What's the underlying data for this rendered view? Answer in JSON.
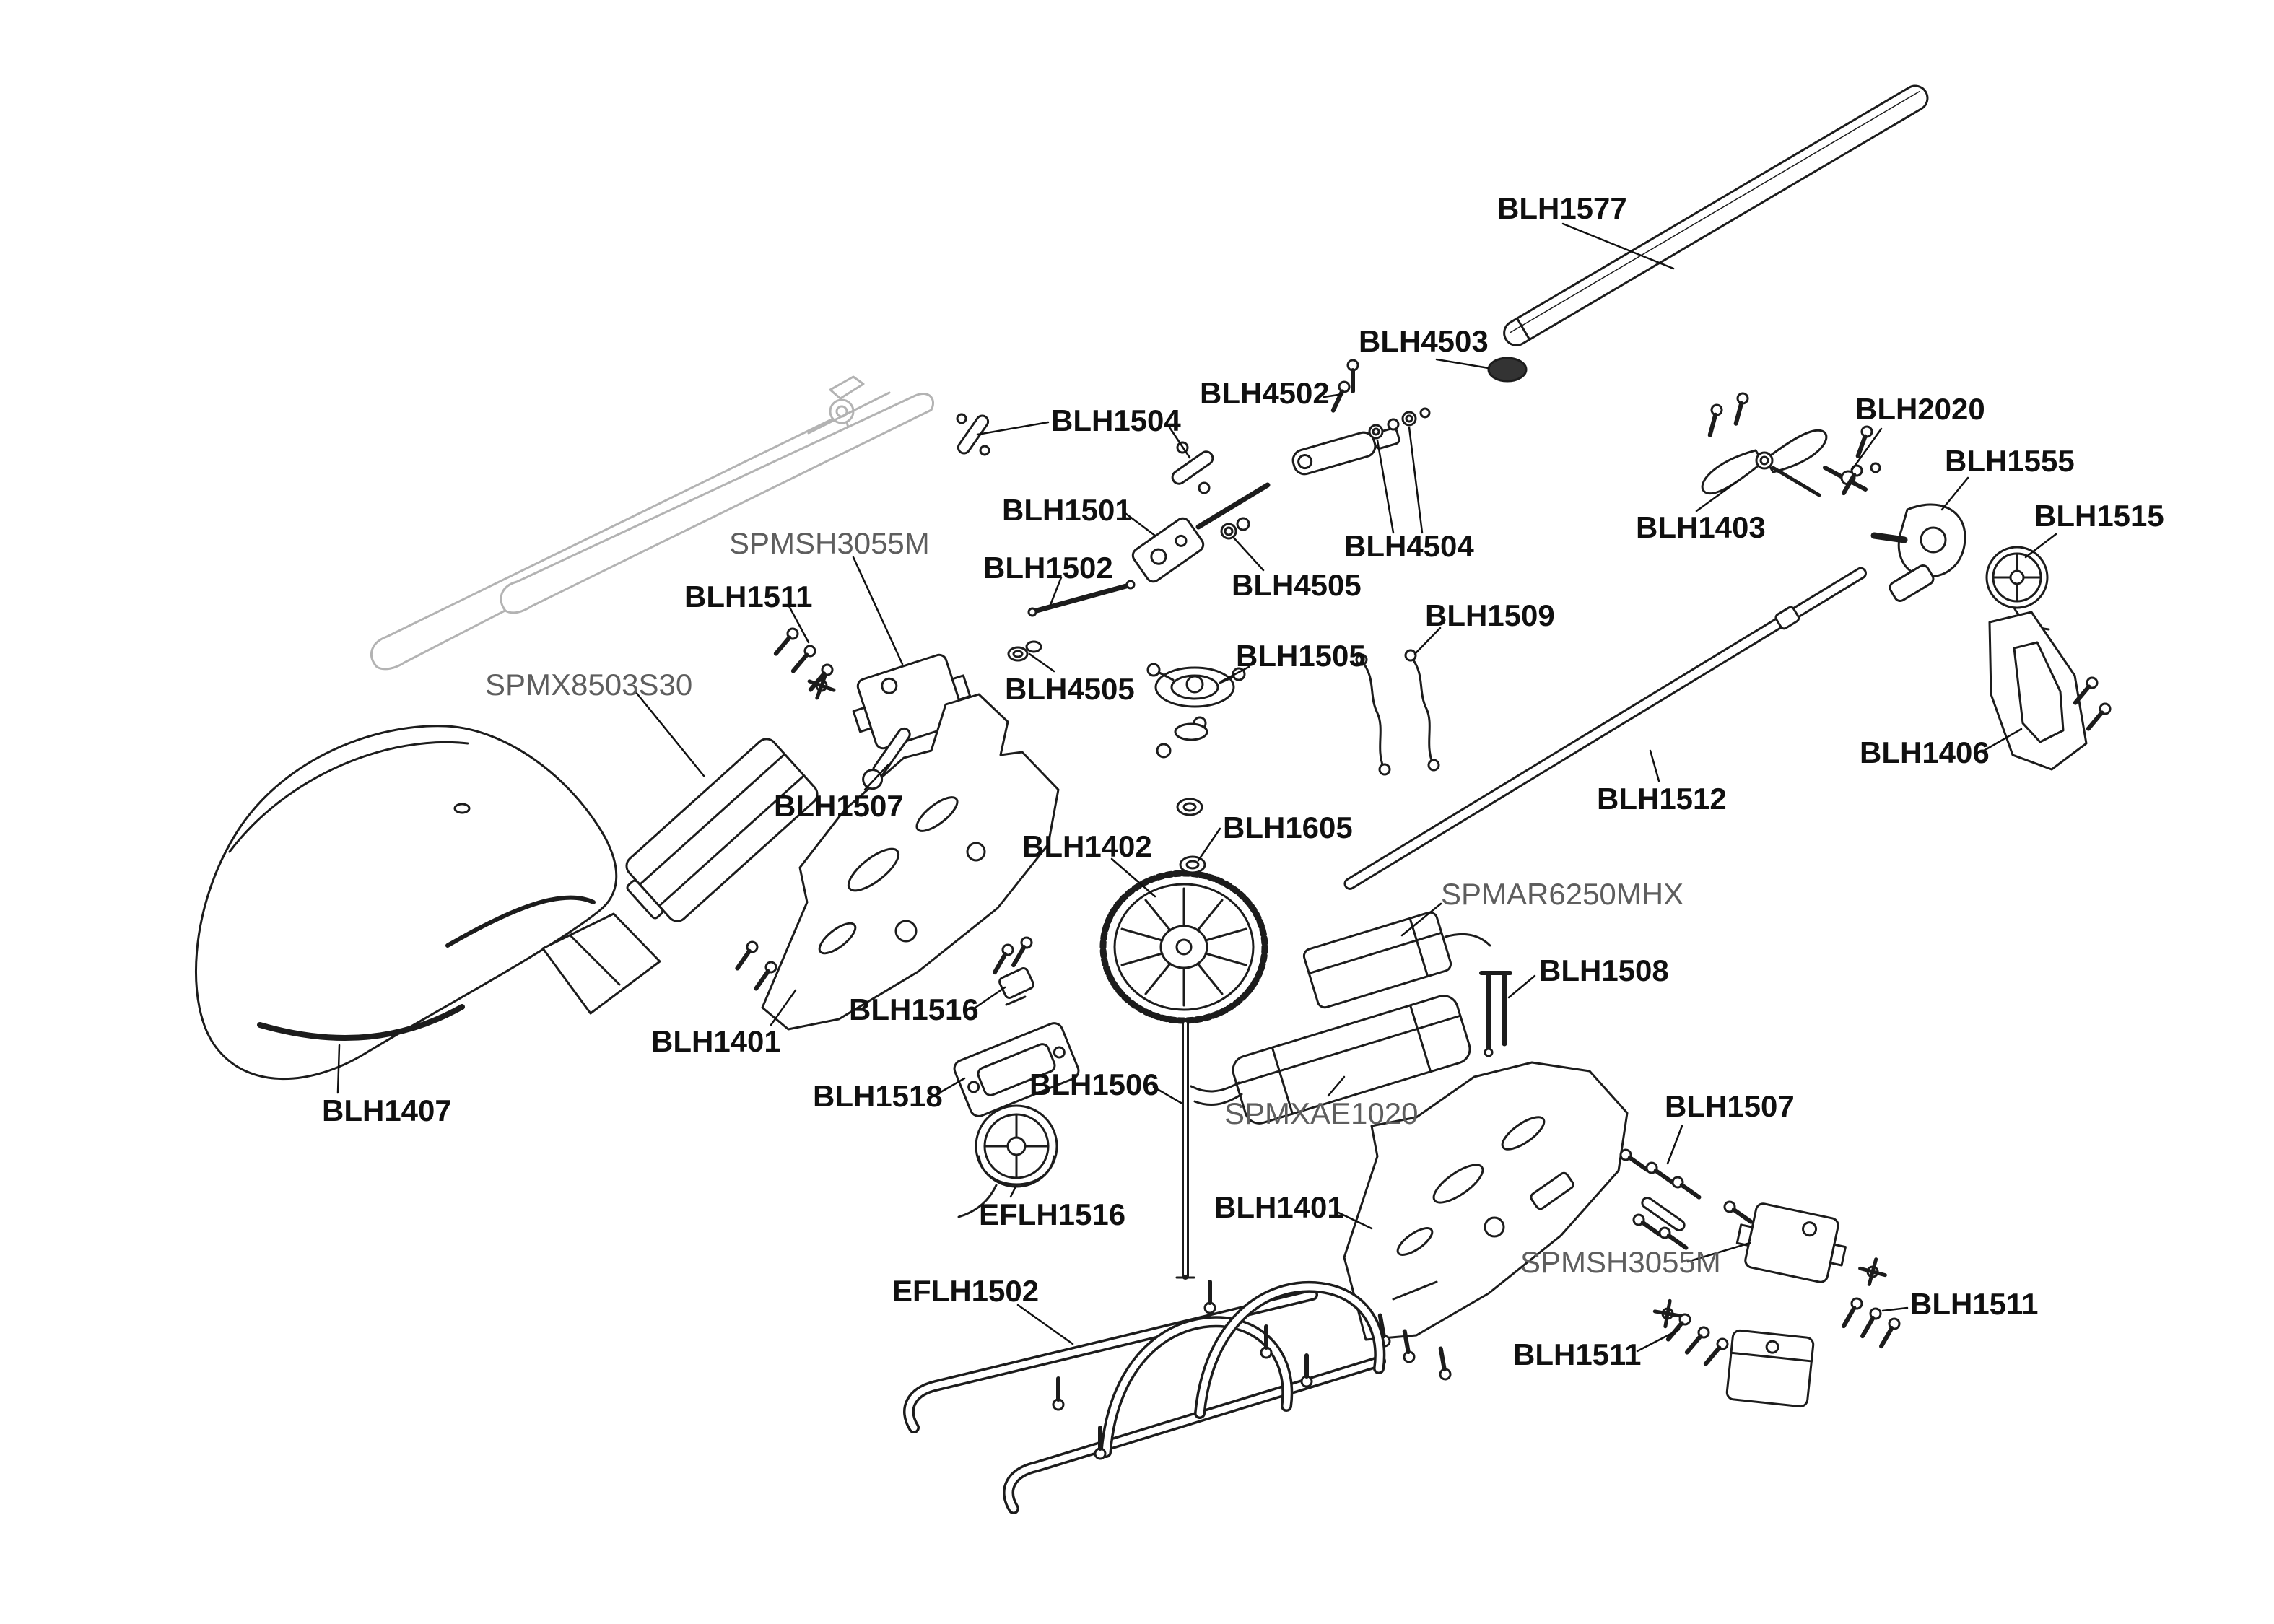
{
  "figure": {
    "kind": "exploded-parts-diagram",
    "background_color": "#ffffff",
    "line_color": "#1c1c1c",
    "ghost_color": "#b3b3b3",
    "label_color": "#101010",
    "muted_label_color": "#5e5e5e"
  },
  "labels": [
    {
      "id": "blh1577",
      "text": "BLH1577"
    },
    {
      "id": "blh4503",
      "text": "BLH4503"
    },
    {
      "id": "blh4502",
      "text": "BLH4502"
    },
    {
      "id": "blh1504",
      "text": "BLH1504"
    },
    {
      "id": "blh2020",
      "text": "BLH2020"
    },
    {
      "id": "blh1555",
      "text": "BLH1555"
    },
    {
      "id": "blh1515",
      "text": "BLH1515"
    },
    {
      "id": "blh1501",
      "text": "BLH1501"
    },
    {
      "id": "blh1403",
      "text": "BLH1403"
    },
    {
      "id": "spmsh3055m-front",
      "text": "SPMSH3055M"
    },
    {
      "id": "blh4504",
      "text": "BLH4504"
    },
    {
      "id": "blh1502",
      "text": "BLH1502"
    },
    {
      "id": "blh4505-upper",
      "text": "BLH4505"
    },
    {
      "id": "blh1511-left",
      "text": "BLH1511"
    },
    {
      "id": "blh1509",
      "text": "BLH1509"
    },
    {
      "id": "blh1505",
      "text": "BLH1505"
    },
    {
      "id": "spmx8503s30",
      "text": "SPMX8503S30"
    },
    {
      "id": "blh4505-lower",
      "text": "BLH4505"
    },
    {
      "id": "blh1406",
      "text": "BLH1406"
    },
    {
      "id": "blh1512",
      "text": "BLH1512"
    },
    {
      "id": "blh1507-left",
      "text": "BLH1507"
    },
    {
      "id": "blh1605",
      "text": "BLH1605"
    },
    {
      "id": "blh1402",
      "text": "BLH1402"
    },
    {
      "id": "spmar6250mhx",
      "text": "SPMAR6250MHX"
    },
    {
      "id": "blh1508",
      "text": "BLH1508"
    },
    {
      "id": "blh1516",
      "text": "BLH1516"
    },
    {
      "id": "blh1401-front",
      "text": "BLH1401"
    },
    {
      "id": "blh1518",
      "text": "BLH1518"
    },
    {
      "id": "blh1506",
      "text": "BLH1506"
    },
    {
      "id": "spmxae1020",
      "text": "SPMXAE1020"
    },
    {
      "id": "blh1507-right",
      "text": "BLH1507"
    },
    {
      "id": "blh1407",
      "text": "BLH1407"
    },
    {
      "id": "eflh1516",
      "text": "EFLH1516"
    },
    {
      "id": "blh1401-rear",
      "text": "BLH1401"
    },
    {
      "id": "spmsh3055m-rear",
      "text": "SPMSH3055M"
    },
    {
      "id": "eflh1502",
      "text": "EFLH1502"
    },
    {
      "id": "blh1511-right",
      "text": "BLH1511"
    },
    {
      "id": "blh1511-bottom",
      "text": "BLH1511"
    }
  ]
}
